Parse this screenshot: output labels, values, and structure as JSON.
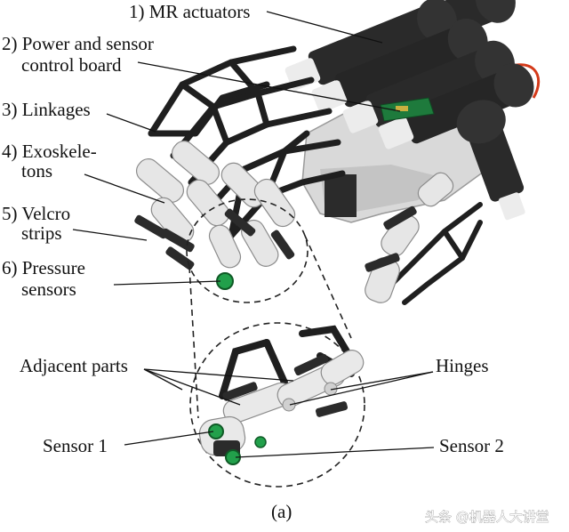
{
  "figure": {
    "labels": {
      "mr_actuators": "1) MR actuators",
      "power_board_line1": "2) Power and sensor",
      "power_board_line2": "control board",
      "linkages": "3) Linkages",
      "exoskeletons_line1": "4) Exoskele-",
      "exoskeletons_line2": "tons",
      "velcro_line1": "5) Velcro",
      "velcro_line2": "strips",
      "pressure_line1": "6) Pressure",
      "pressure_line2": "sensors",
      "adjacent_parts": "Adjacent parts",
      "hinges": "Hinges",
      "sensor1": "Sensor 1",
      "sensor2": "Sensor 2",
      "panel": "(a)"
    },
    "watermark": "头条 @机器人大讲堂",
    "colors": {
      "actuator": "#2a2a2a",
      "roller": "#ececec",
      "frame": "#1f1f1f",
      "housing": "#d9d9d9",
      "board": "#1e7a3c",
      "sensor": "#22a04b",
      "wire": "#d43a1a",
      "hinge": "#d0d0d0"
    }
  }
}
